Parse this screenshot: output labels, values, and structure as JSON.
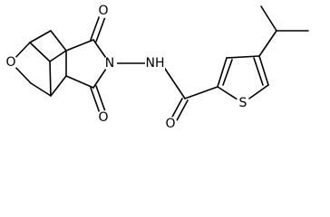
{
  "structure": {
    "atom_labels": {
      "bridge_oxygen": "O",
      "top_carbonyl_oxygen": "O",
      "bottom_carbonyl_oxygen": "O",
      "imide_nitrogen": "N",
      "amide_nh": "NH",
      "amide_oxygen": "O",
      "thiophene_sulfur": "S"
    }
  }
}
